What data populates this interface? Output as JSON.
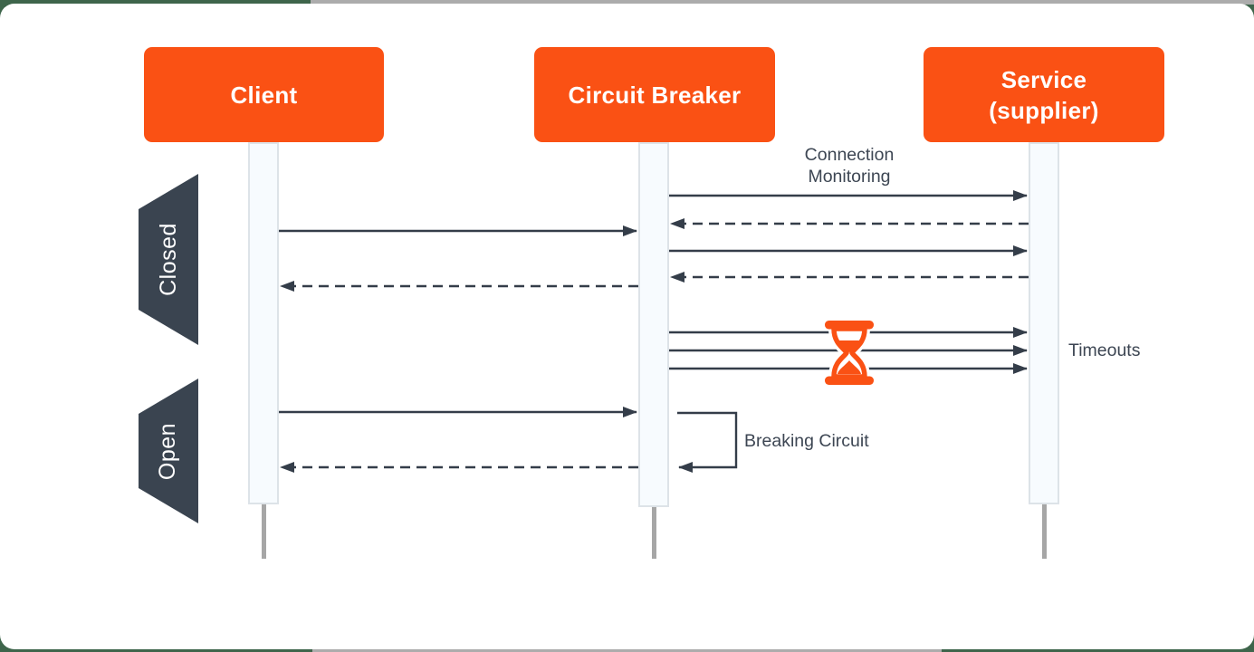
{
  "diagram": {
    "type": "sequence-diagram",
    "subject": "Circuit Breaker pattern",
    "actors": [
      {
        "id": "client",
        "label": "Client"
      },
      {
        "id": "circuit-breaker",
        "label": "Circuit Breaker"
      },
      {
        "id": "service",
        "label_line1": "Service",
        "label_line2": "(supplier)"
      }
    ],
    "states": [
      {
        "id": "closed",
        "label": "Closed"
      },
      {
        "id": "open",
        "label": "Open"
      }
    ],
    "annotations": {
      "connection_monitoring": "Connection\nMonitoring",
      "timeouts": "Timeouts",
      "breaking_circuit": "Breaking Circuit"
    },
    "icons": {
      "hourglass": "hourglass-icon"
    },
    "colors": {
      "accent_orange": "#FA5114",
      "state_badge_slate": "#3A4450",
      "arrow_dark": "#343D49",
      "text_dark": "#3D4653",
      "lifeline_fill": "#F7FBFE",
      "lifeline_border": "#DDE3E8",
      "lifeline_tail_grey": "#A6A6A6",
      "background_green": "#3E654B",
      "background_grey": "#ACACAC",
      "card_white": "#FFFFFF"
    }
  }
}
